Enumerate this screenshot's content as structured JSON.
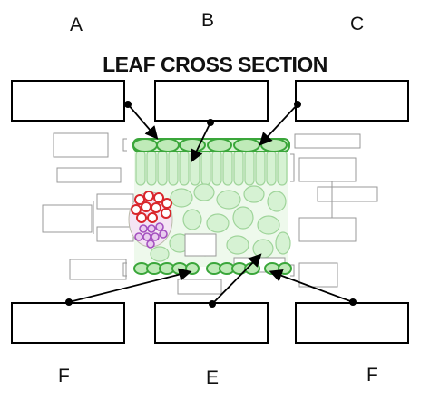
{
  "title": "LEAF CROSS SECTION",
  "top_letters": [
    "A",
    "B",
    "C"
  ],
  "bottom_letters": [
    "F",
    "E",
    "F"
  ],
  "colors": {
    "cell_fill": "#d6f2d3",
    "cell_stroke": "#9fd49a",
    "epidermis": "#3aa63a",
    "guard_red": "#d9262b",
    "guard_purple": "#a44fbf"
  }
}
